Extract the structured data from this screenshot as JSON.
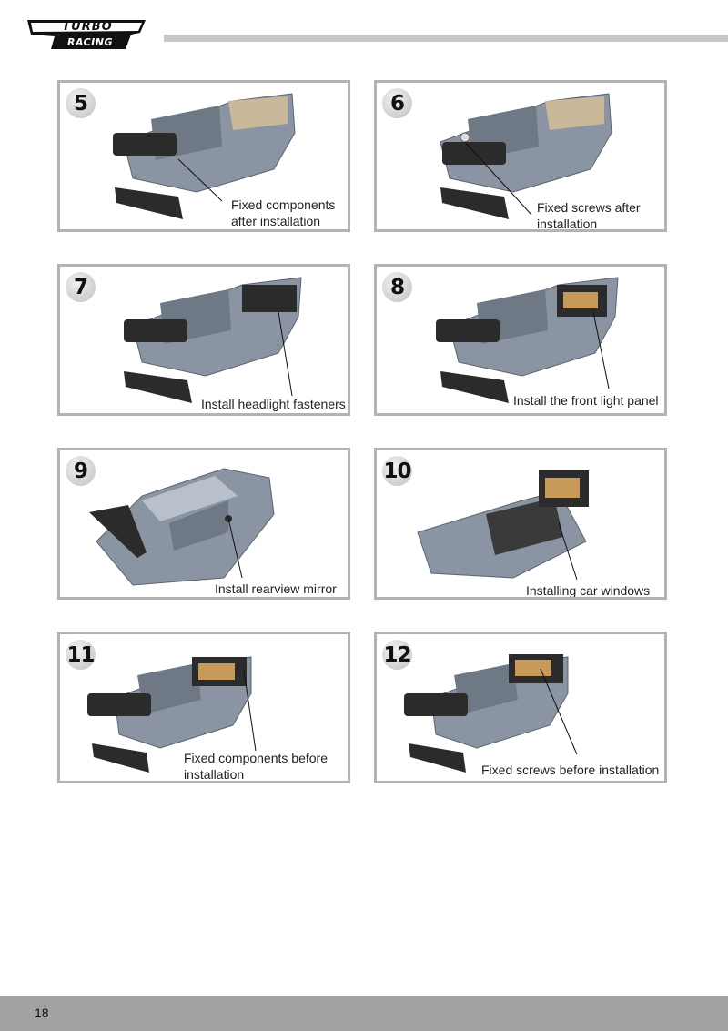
{
  "brand": {
    "name": "TURBO",
    "sub": "RACING"
  },
  "steps": [
    {
      "number": "5",
      "caption_lines": [
        "Fixed components",
        "after installation"
      ]
    },
    {
      "number": "6",
      "caption_lines": [
        "Fixed screws after",
        "installation"
      ]
    },
    {
      "number": "7",
      "caption_lines": [
        "Install headlight fasteners"
      ]
    },
    {
      "number": "8",
      "caption_lines": [
        "Install the front light panel"
      ]
    },
    {
      "number": "9",
      "caption_lines": [
        "Install rearview mirror"
      ]
    },
    {
      "number": "10",
      "caption_lines": [
        "Installing car windows"
      ]
    },
    {
      "number": "11",
      "caption_lines": [
        "Fixed components before",
        "installation"
      ]
    },
    {
      "number": "12",
      "caption_lines": [
        "Fixed screws before installation"
      ]
    }
  ],
  "footer": {
    "page_number": "18"
  },
  "colors": {
    "body_shell": "#8a94a2",
    "dark_part": "#2b2b2b",
    "panel_border": "#b3b3b3",
    "footer_bar": "#a3a3a3"
  }
}
